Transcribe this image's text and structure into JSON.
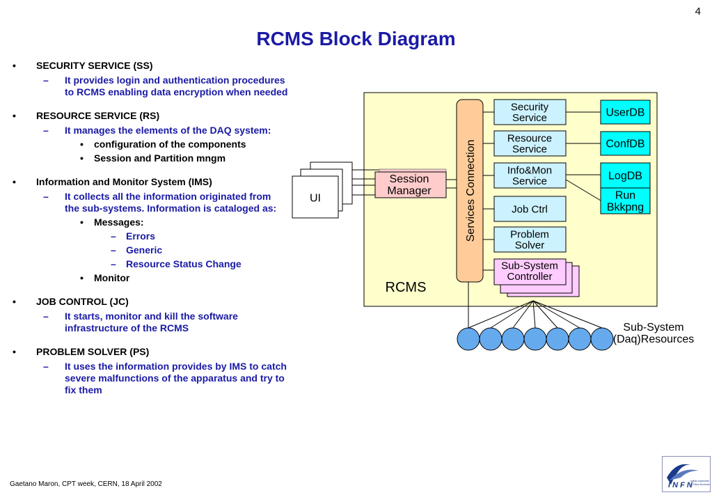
{
  "page_number": "4",
  "title": "RCMS Block Diagram",
  "outline": [
    {
      "heading": "SECURITY SERVICE (SS)",
      "items": [
        {
          "text": "It provides login and authentication procedures to RCMS enabling data encryption when needed",
          "bullets": []
        }
      ]
    },
    {
      "heading": "RESOURCE SERVICE (RS)",
      "items": [
        {
          "text": "It manages the elements of the DAQ system:",
          "bullets": [
            {
              "text": "configuration of the components",
              "dashes": []
            },
            {
              "text": "Session and Partition mngm",
              "dashes": []
            }
          ]
        }
      ]
    },
    {
      "heading": "Information and Monitor System  (IMS)",
      "items": [
        {
          "text": "It collects all the information originated from the sub-systems. Information is cataloged as:",
          "bullets": [
            {
              "text": "Messages:",
              "dashes": [
                "Errors",
                "Generic",
                "Resource Status Change"
              ]
            },
            {
              "text": "Monitor",
              "dashes": []
            }
          ]
        }
      ]
    },
    {
      "heading": "JOB CONTROL (JC)",
      "items": [
        {
          "text": "It starts, monitor and kill the software infrastructure of the RCMS",
          "bullets": []
        }
      ]
    },
    {
      "heading": "PROBLEM SOLVER (PS)",
      "items": [
        {
          "text": "It uses the information provides by IMS to catch severe malfunctions of the apparatus and try to fix them",
          "bullets": []
        }
      ]
    }
  ],
  "diagram": {
    "rcms_label": "RCMS",
    "services_connection": "Services Connection",
    "ui_label": "UI",
    "session_manager": [
      "Session",
      "Manager"
    ],
    "services": [
      [
        "Security",
        "Service"
      ],
      [
        "Resource",
        "Service"
      ],
      [
        "Info&Mon",
        "Service"
      ],
      [
        "Job Ctrl"
      ],
      [
        "Problem",
        "Solver"
      ]
    ],
    "subsystem_controller": [
      "Sub-System",
      "Controller"
    ],
    "databases": [
      [
        "UserDB"
      ],
      [
        "ConfDB"
      ],
      [
        "LogDB"
      ],
      [
        "Run",
        "Bkkpng"
      ]
    ],
    "subsystem_resources": [
      "Sub-System",
      "(Daq)Resources"
    ],
    "resource_node_count": 7
  },
  "footer": "Gaetano Maron, CPT week, CERN, 18 April 2002",
  "logo": {
    "name": "INFN",
    "lines": [
      "Istituto Nazionale",
      "di Fisica Nucleare"
    ]
  },
  "colors": {
    "title": "#1a1aa6",
    "rcms_box": "#ffffcc",
    "service_box": "#ccf2ff",
    "db_box": "#00ffff",
    "session_box": "#ffcccc",
    "services_connection": "#ffcc99",
    "subsystem_controller": "#ffccff",
    "resource_node": "#66aaee"
  }
}
